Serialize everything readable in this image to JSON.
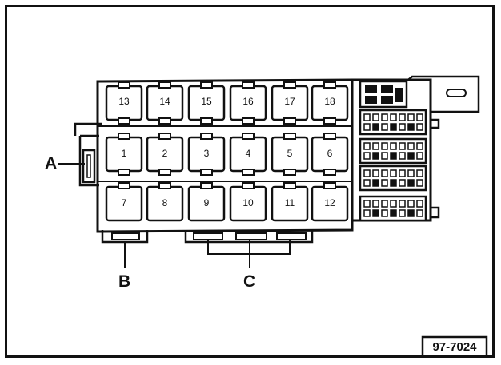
{
  "relay_rows": {
    "top": [
      "13",
      "14",
      "15",
      "16",
      "17",
      "18"
    ],
    "middle": [
      "1",
      "2",
      "3",
      "4",
      "5",
      "6"
    ],
    "bottom": [
      "7",
      "8",
      "9",
      "10",
      "11",
      "12"
    ]
  },
  "callouts": {
    "a": "A",
    "b": "B",
    "c": "C"
  },
  "figure_ref": "97-7024",
  "colors": {
    "ink": "#111111",
    "paper": "#ffffff"
  }
}
